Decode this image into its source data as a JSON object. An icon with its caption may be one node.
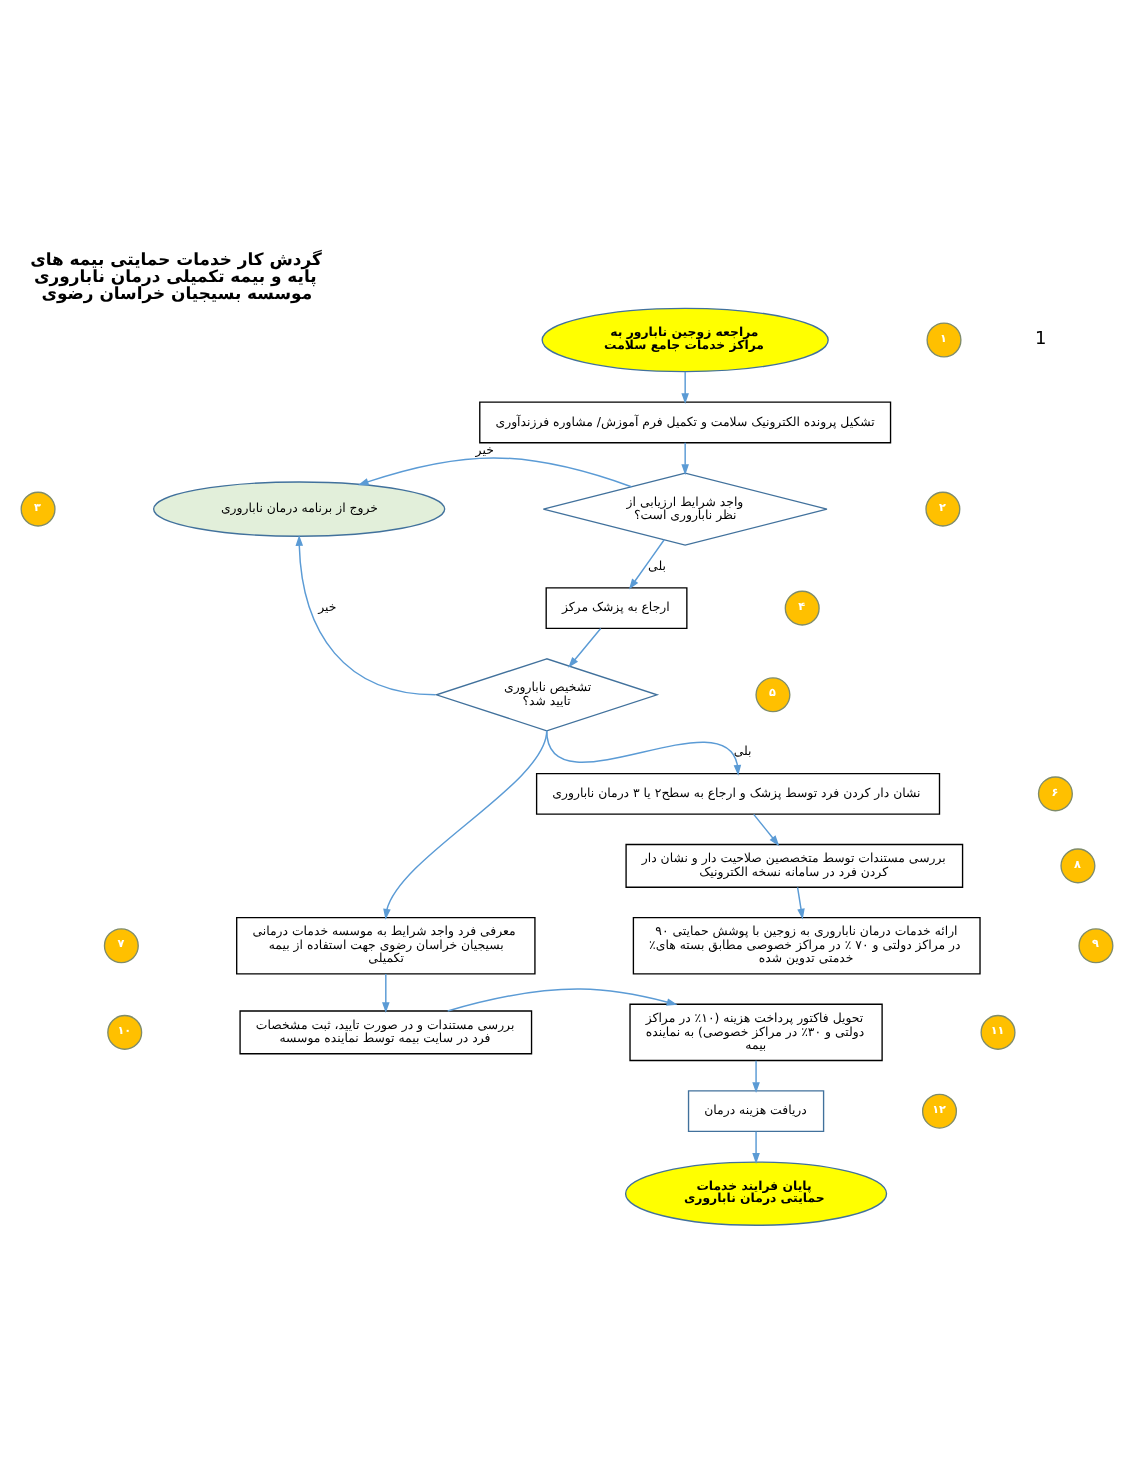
{
  "diagram": {
    "title": "گردش کار خدمات حمایتی بیمه های پایه و بیمه تکمیلی درمان ناباروری موسسه بسیجیان خراسان رضوی",
    "nodes": [
      {
        "text": [
          "مراجعه زوجین نابارور به مراکز خدمات جامع سلامت"
        ]
      },
      {
        "text": [
          "۱"
        ]
      },
      {
        "text": [
          "تشکیل پرونده الکترونیک سلامت و تکمیل فرم آموزش/ مشاوره فرزندآوری"
        ]
      },
      {
        "text": [
          "واجد شرایط ارزیابی از نظر ناباروری است؟"
        ]
      },
      {
        "text": [
          "۲"
        ]
      },
      {
        "text": [
          "خروج از برنامه درمان ناباروری"
        ]
      },
      {
        "text": [
          "۳"
        ]
      },
      {
        "text": [
          "ارجاع به پزشک مرکز"
        ]
      },
      {
        "text": [
          "۴"
        ]
      },
      {
        "text": [
          "تشخیص ناباروری تایید شد؟"
        ]
      },
      {
        "text": [
          "۵"
        ]
      },
      {
        "text": [
          "نشان دار کردن فرد توسط پزشک و ارجاع به سطح۲ یا ۳ درمان ناباروری"
        ]
      },
      {
        "text": [
          "۶"
        ]
      },
      {
        "text": [
          "بررسی مستندات توسط متخصصین صلاحیت دار و نشان دار کردن فرد در سامانه نسخه الکترونیک"
        ]
      },
      {
        "text": [
          "۸"
        ]
      },
      {
        "text": [
          "ارائه خدمات درمان ناباروری به زوجین با پوشش حمایتی ۹۰ ٪در مراکز دولتی و ۷۰ ٪ در مراکز خصوصی مطابق بسته های خدمتی تدوین شده"
        ]
      },
      {
        "text": [
          "۹"
        ]
      },
      {
        "text": [
          "معرفی فرد واجد شرایط به موسسه خدمات درمانی بسیجیان خراسان رضوی جهت استفاده از بیمه تکمیلی"
        ]
      },
      {
        "text": [
          "۷"
        ]
      },
      {
        "text": [
          "بررسی مستندات و در صورت تایید، ثبت مشخصات فرد در سایت بیمه توسط نماینده موسسه"
        ]
      },
      {
        "text": [
          "۱۰"
        ]
      },
      {
        "text": [
          "تحویل فاکتور پرداخت هزینه (۱۰٪ در مراکز دولتی و ۳۰٪ در مراکز خصوصی) به نماینده بیمه"
        ]
      },
      {
        "text": [
          "۱۱"
        ]
      },
      {
        "text": [
          "دریافت هزینه درمان"
        ]
      },
      {
        "text": [
          "۱۲"
        ]
      },
      {
        "text": [
          "پایان فرایند خدمات حمایتی درمان ناباروری"
        ]
      }
    ],
    "edges": [
      {
        "from": 0,
        "to": 2,
        "arrow": "to"
      },
      {
        "from": 2,
        "to": 3,
        "arrow": "to"
      },
      {
        "from": 3,
        "to": 5,
        "arrow": "to",
        "label": "خیر"
      },
      {
        "from": 3,
        "to": 7,
        "arrow": "to",
        "label": "بلی"
      },
      {
        "from": 7,
        "to": 9,
        "arrow": "to"
      },
      {
        "from": 9,
        "to": 5,
        "arrow": "to",
        "label": "خیر"
      },
      {
        "from": 9,
        "to": 11,
        "arrow": "to",
        "label": "بلی"
      },
      {
        "from": 9,
        "to": 17,
        "arrow": "to"
      },
      {
        "from": 11,
        "to": 13,
        "arrow": "to"
      },
      {
        "from": 13,
        "to": 15,
        "arrow": "to"
      },
      {
        "from": 17,
        "to": 19,
        "arrow": "to"
      },
      {
        "from": 19,
        "to": 21,
        "arrow": "to"
      },
      {
        "from": 21,
        "to": 23,
        "arrow": "to"
      },
      {
        "from": 23,
        "to": 25,
        "arrow": "to"
      }
    ],
    "labels": [
      "1"
    ]
  }
}
